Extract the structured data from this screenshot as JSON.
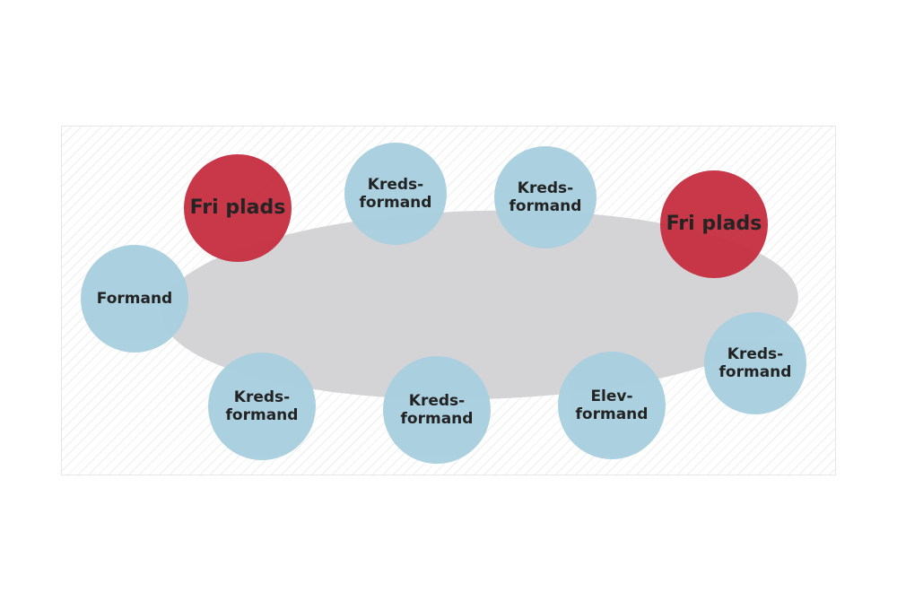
{
  "diagram": {
    "title": "",
    "colors": {
      "member_seat": "#a9d0e0",
      "free_seat": "#c63042",
      "table": "#d4d4d6",
      "text": "#1c1c1c"
    },
    "seats": [
      {
        "id": "free-1",
        "type": "free",
        "lines": [
          "Fri plads"
        ]
      },
      {
        "id": "kreds-top-1",
        "type": "member",
        "lines": [
          "Kreds-",
          "formand"
        ]
      },
      {
        "id": "kreds-top-2",
        "type": "member",
        "lines": [
          "Kreds-",
          "formand"
        ]
      },
      {
        "id": "free-2",
        "type": "free",
        "lines": [
          "Fri plads"
        ]
      },
      {
        "id": "formand",
        "type": "member",
        "lines": [
          "Formand"
        ]
      },
      {
        "id": "kreds-bottom-1",
        "type": "member",
        "lines": [
          "Kreds-",
          "formand"
        ]
      },
      {
        "id": "kreds-bottom-2",
        "type": "member",
        "lines": [
          "Kreds-",
          "formand"
        ]
      },
      {
        "id": "elevformand",
        "type": "member",
        "lines": [
          "Elev-",
          "formand"
        ]
      },
      {
        "id": "kreds-right",
        "type": "member",
        "lines": [
          "Kreds-",
          "formand"
        ]
      }
    ]
  }
}
